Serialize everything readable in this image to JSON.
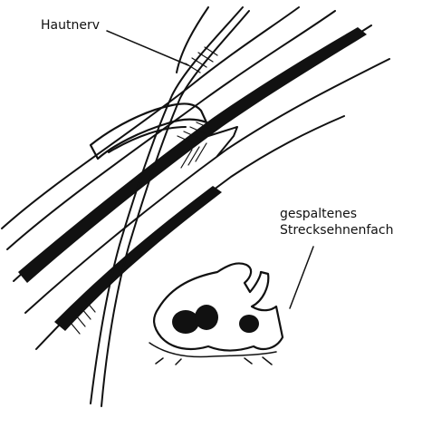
{
  "labels": {
    "nerve": "Hautnerv",
    "compartment_line1": "gespaltenes",
    "compartment_line2": "Strecksehnenfach"
  },
  "colors": {
    "ink": "#111111",
    "background": "#ffffff"
  }
}
